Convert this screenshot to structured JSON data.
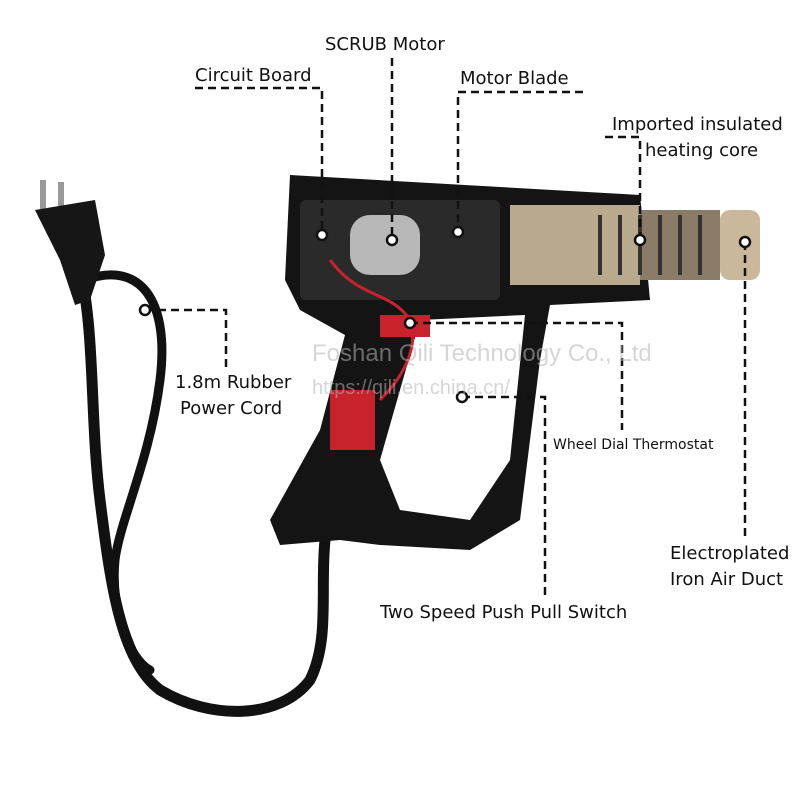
{
  "labels": {
    "scrub_motor": "SCRUB Motor",
    "circuit_board": "Circuit Board",
    "motor_blade": "Motor Blade",
    "heating_core_1": "Imported insulated",
    "heating_core_2": "heating core",
    "power_cord_1": "1.8m Rubber",
    "power_cord_2": "Power Cord",
    "thermostat": "Wheel Dial Thermostat",
    "switch": "Two Speed Push Pull Switch",
    "air_duct_1": "Electroplated",
    "air_duct_2": "Iron Air Duct"
  },
  "watermark": {
    "company": "Foshan Qili Technology Co., Ltd",
    "url": "https://qili.en.china.cn/"
  },
  "colors": {
    "body": "#141414",
    "wire_red": "#c8232c",
    "heating": "#b9aa8e"
  }
}
